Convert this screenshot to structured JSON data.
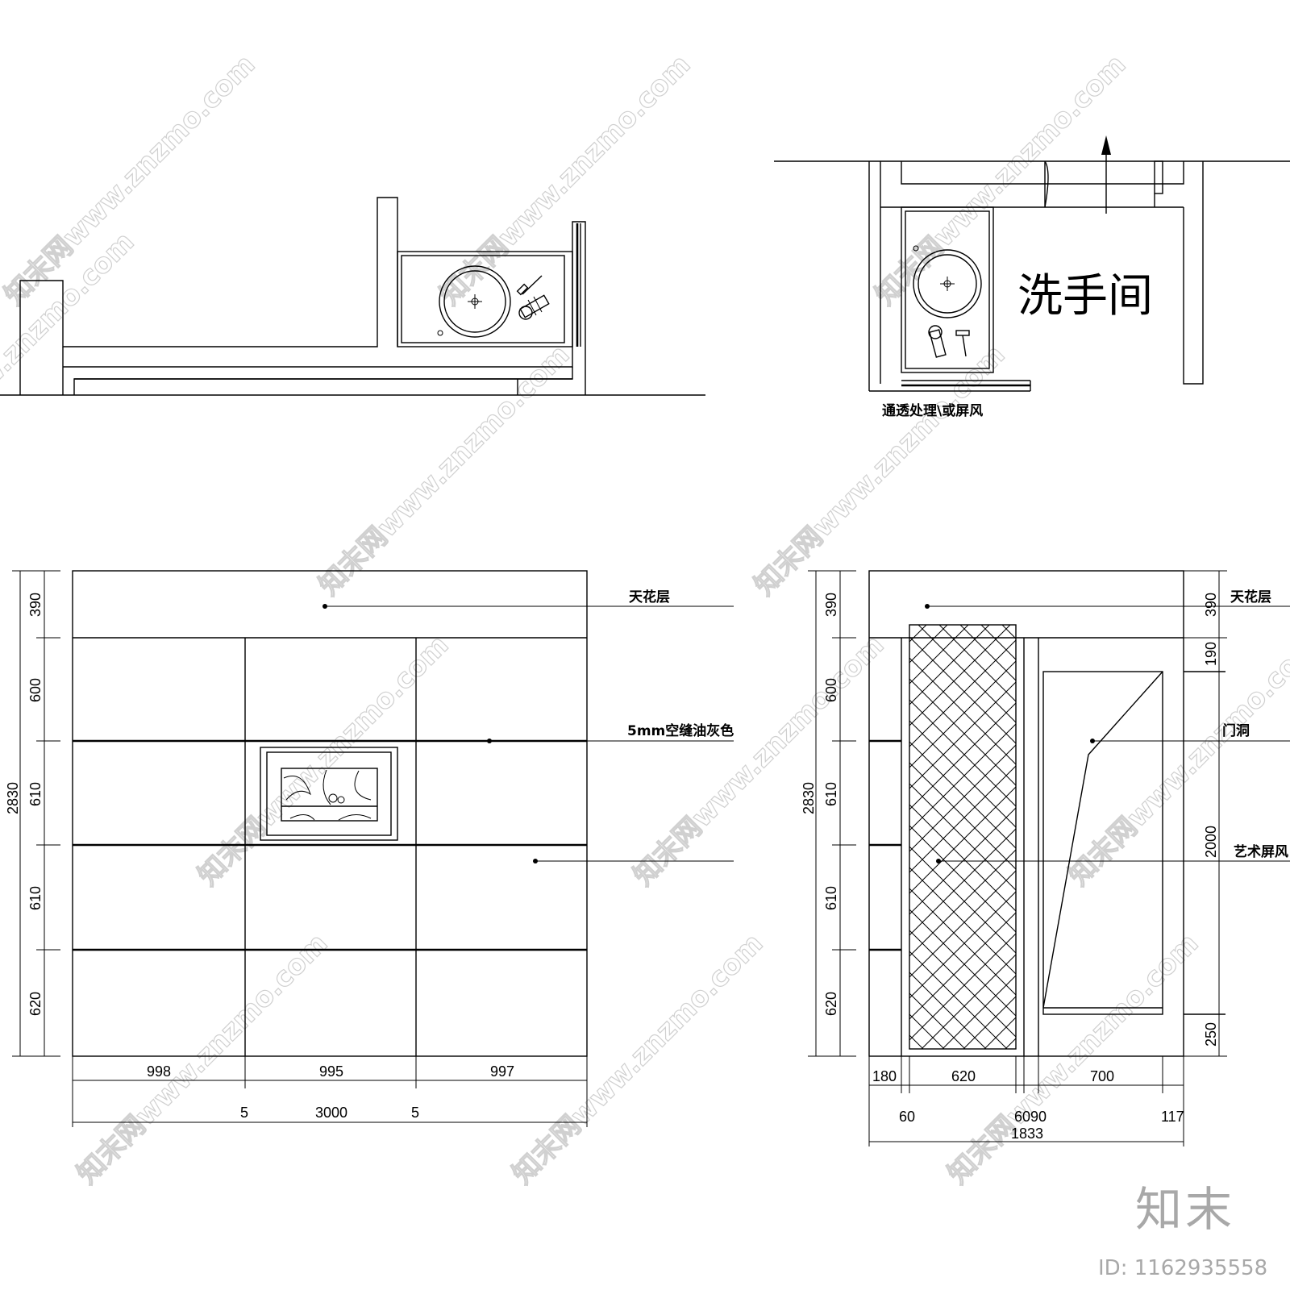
{
  "plan_left": {
    "note": ""
  },
  "plan_right": {
    "room_name": "洗手间",
    "screen_note": "通透处理\\或屏风"
  },
  "elevation_left": {
    "callouts": {
      "ceiling": "天花层",
      "gap": "5mm空缝油灰色"
    },
    "vertical_dims": {
      "total": "2830",
      "rows": [
        "390",
        "600",
        "610",
        "610",
        "620"
      ]
    },
    "horizontal_dims": {
      "cols": [
        "998",
        "995",
        "997"
      ],
      "gap_left": "5",
      "total": "3000",
      "gap_right": "5"
    }
  },
  "elevation_right": {
    "callouts": {
      "ceiling": "天花层",
      "door_opening": "门洞",
      "art_screen": "艺术屏风"
    },
    "left_dims": {
      "total": "2830",
      "rows": [
        "390",
        "600",
        "610",
        "610",
        "620"
      ]
    },
    "right_dims": {
      "top": "390",
      "mid": "190",
      "door": "2000",
      "bottom": "250"
    },
    "bottom_dims": {
      "row1": [
        "180",
        "620",
        "700"
      ],
      "row2": [
        "60",
        "6090",
        "117"
      ],
      "total": "1833"
    }
  },
  "branding": {
    "logo_text": "知末",
    "id_text": "ID: 1162935558",
    "watermark": "知末网www.znzmo.com"
  },
  "colors": {
    "line": "#000000",
    "watermark": "#d0d0d0",
    "brand": "#a8a8a8"
  }
}
